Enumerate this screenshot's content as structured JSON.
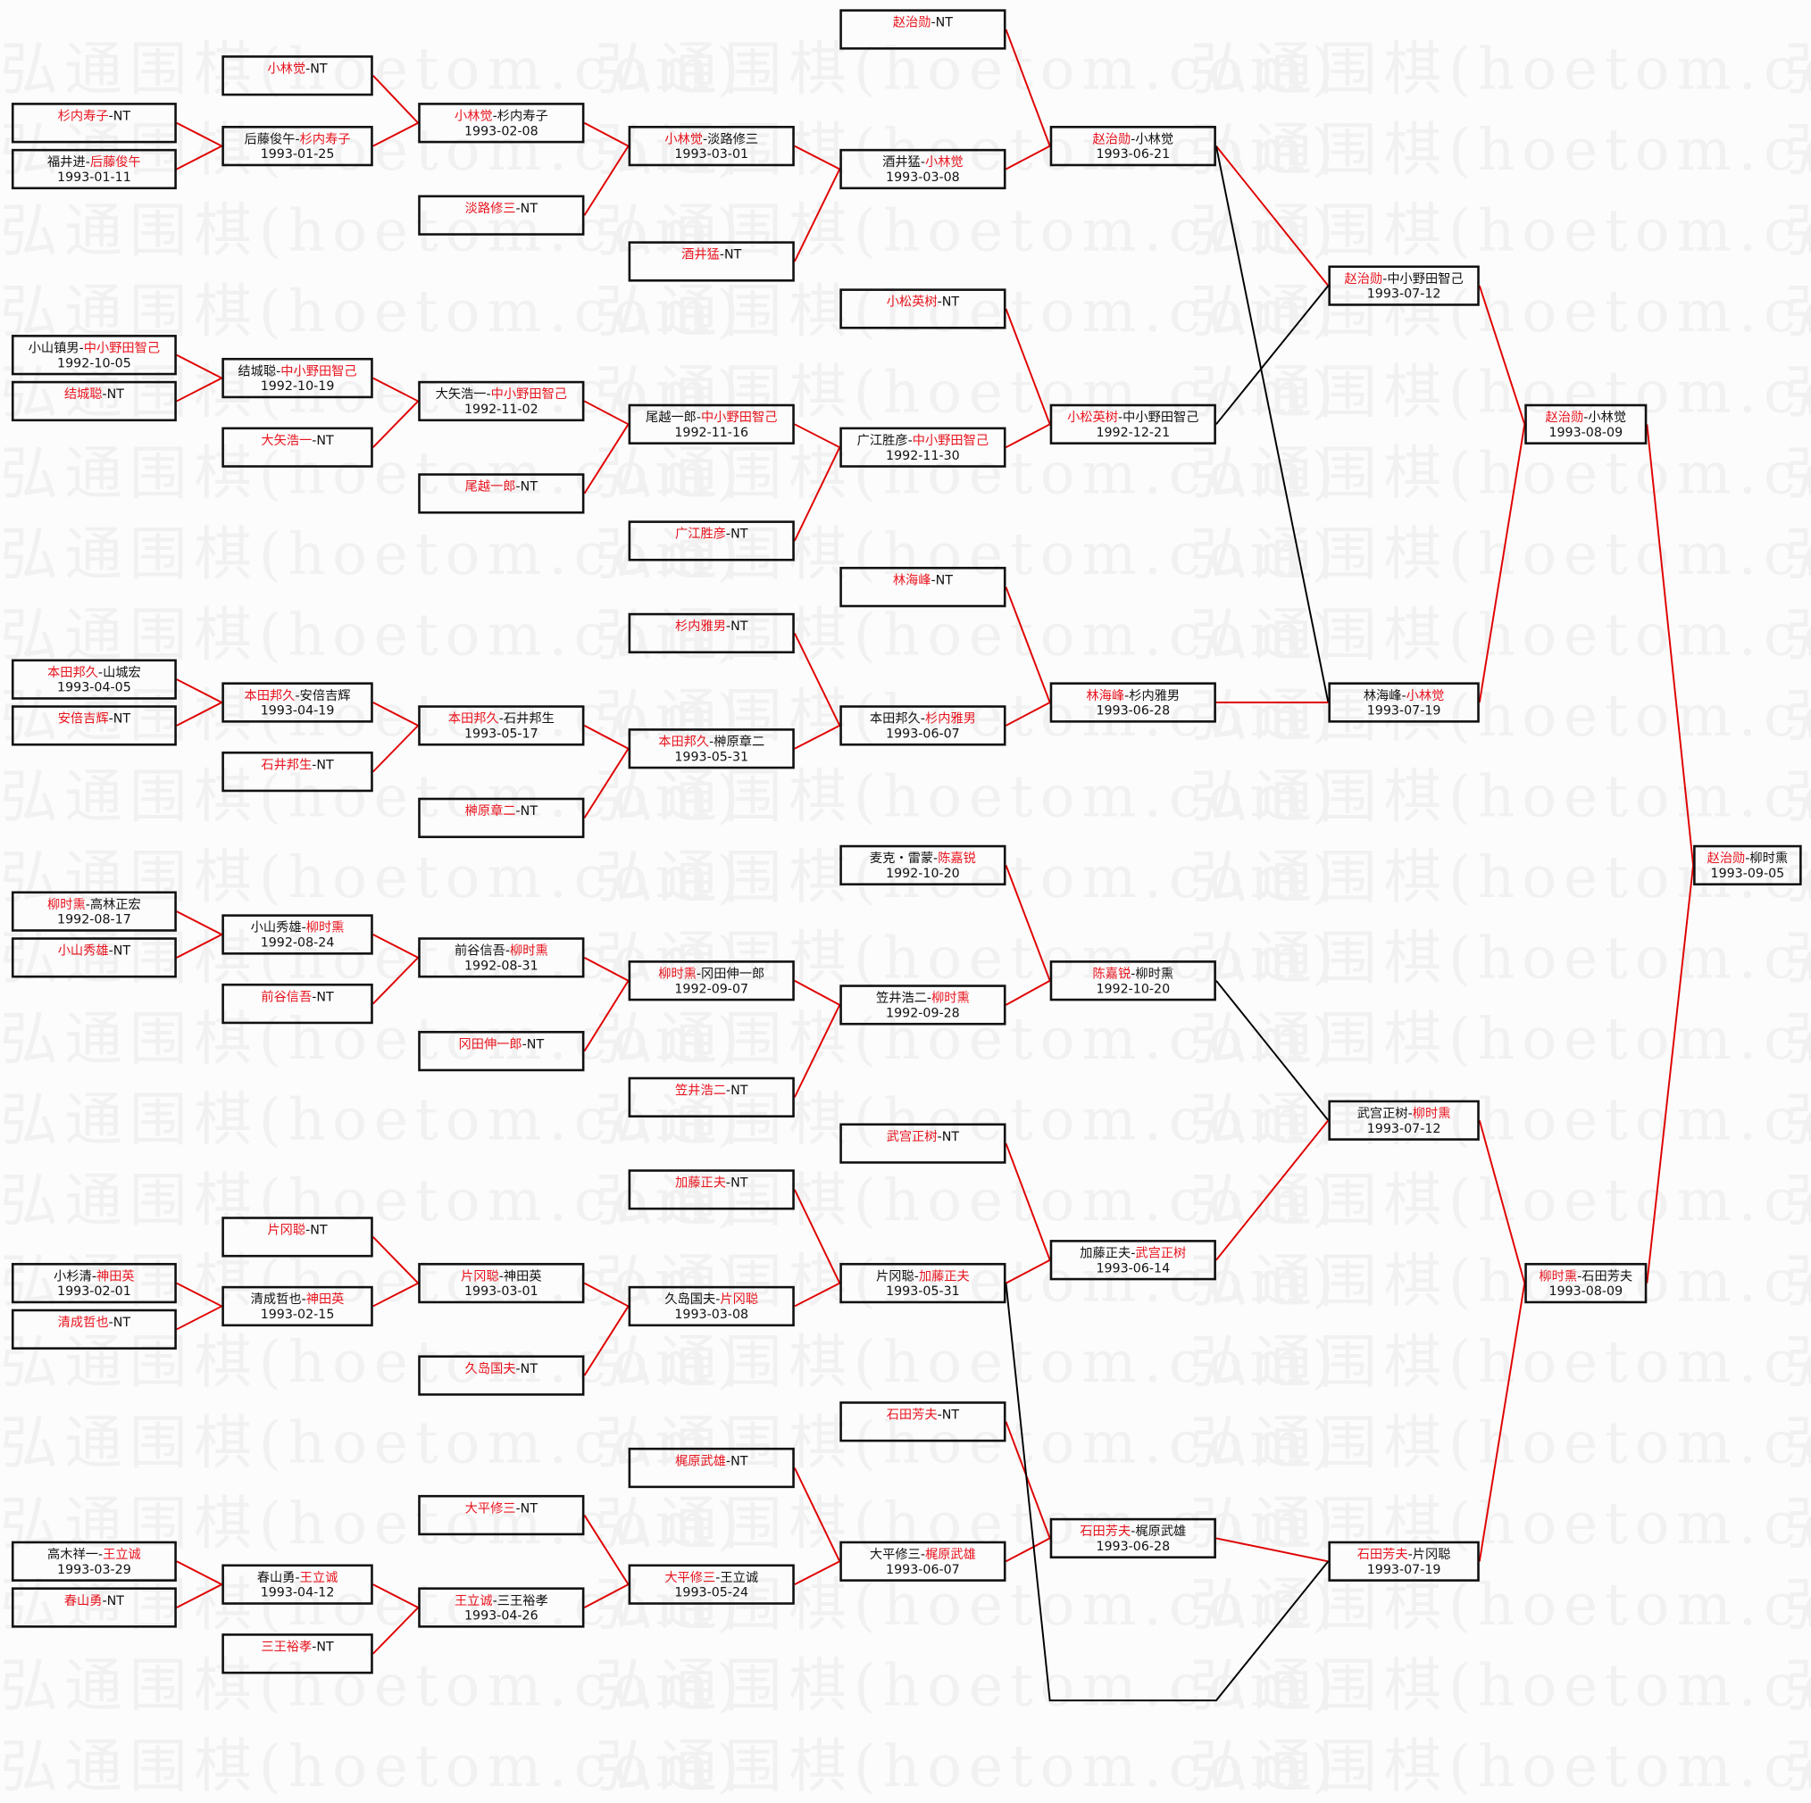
{
  "watermark": "弘通围棋(hoetom.com)",
  "colors": {
    "winner": "#e8141e",
    "loser": "#111111",
    "winner_line": "#e00000",
    "loser_line": "#000000"
  },
  "matches": [
    {
      "a": "杉内寿子",
      "b": "NT",
      "winner": "a"
    },
    {
      "a": "福井进",
      "b": "后藤俊午",
      "date": "1993-01-11",
      "winner": "b"
    },
    {
      "a": "小山镇男",
      "b": "中小野田智己",
      "date": "1992-10-05",
      "winner": "b"
    },
    {
      "a": "结城聪",
      "b": "NT",
      "winner": "a"
    },
    {
      "a": "本田邦久",
      "b": "山城宏",
      "date": "1993-04-05",
      "winner": "a"
    },
    {
      "a": "安倍吉辉",
      "b": "NT",
      "winner": "a"
    },
    {
      "a": "柳时熏",
      "b": "高林正宏",
      "date": "1992-08-17",
      "winner": "a"
    },
    {
      "a": "小山秀雄",
      "b": "NT",
      "winner": "a"
    },
    {
      "a": "小杉清",
      "b": "神田英",
      "date": "1993-02-01",
      "winner": "b"
    },
    {
      "a": "清成哲也",
      "b": "NT",
      "winner": "a"
    },
    {
      "a": "高木祥一",
      "b": "王立诚",
      "date": "1993-03-29",
      "winner": "b"
    },
    {
      "a": "春山勇",
      "b": "NT",
      "winner": "a"
    },
    {
      "a": "小林觉",
      "b": "NT",
      "winner": "a"
    },
    {
      "a": "后藤俊午",
      "b": "杉内寿子",
      "date": "1993-01-25",
      "winner": "b"
    },
    {
      "a": "结城聪",
      "b": "中小野田智己",
      "date": "1992-10-19",
      "winner": "b"
    },
    {
      "a": "大矢浩一",
      "b": "NT",
      "winner": "a"
    },
    {
      "a": "本田邦久",
      "b": "安倍吉辉",
      "date": "1993-04-19",
      "winner": "a"
    },
    {
      "a": "石井邦生",
      "b": "NT",
      "winner": "a"
    },
    {
      "a": "小山秀雄",
      "b": "柳时熏",
      "date": "1992-08-24",
      "winner": "b"
    },
    {
      "a": "前谷信吾",
      "b": "NT",
      "winner": "a"
    },
    {
      "a": "片冈聪",
      "b": "NT",
      "winner": "a"
    },
    {
      "a": "清成哲也",
      "b": "神田英",
      "date": "1993-02-15",
      "winner": "b"
    },
    {
      "a": "春山勇",
      "b": "王立诚",
      "date": "1993-04-12",
      "winner": "b"
    },
    {
      "a": "三王裕孝",
      "b": "NT",
      "winner": "a"
    },
    {
      "a": "小林觉",
      "b": "杉内寿子",
      "date": "1993-02-08",
      "winner": "a"
    },
    {
      "a": "淡路修三",
      "b": "NT",
      "winner": "a"
    },
    {
      "a": "大矢浩一",
      "b": "中小野田智己",
      "date": "1992-11-02",
      "winner": "b"
    },
    {
      "a": "尾越一郎",
      "b": "NT",
      "winner": "a"
    },
    {
      "a": "本田邦久",
      "b": "石井邦生",
      "date": "1993-05-17",
      "winner": "a"
    },
    {
      "a": "榊原章二",
      "b": "NT",
      "winner": "a"
    },
    {
      "a": "前谷信吾",
      "b": "柳时熏",
      "date": "1992-08-31",
      "winner": "b"
    },
    {
      "a": "冈田伸一郎",
      "b": "NT",
      "winner": "a"
    },
    {
      "a": "片冈聪",
      "b": "神田英",
      "date": "1993-03-01",
      "winner": "a"
    },
    {
      "a": "久岛国夫",
      "b": "NT",
      "winner": "a"
    },
    {
      "a": "大平修三",
      "b": "NT",
      "winner": "a"
    },
    {
      "a": "王立诚",
      "b": "三王裕孝",
      "date": "1993-04-26",
      "winner": "a"
    },
    {
      "a": "小林觉",
      "b": "淡路修三",
      "date": "1993-03-01",
      "winner": "a"
    },
    {
      "a": "酒井猛",
      "b": "NT",
      "winner": "a"
    },
    {
      "a": "尾越一郎",
      "b": "中小野田智己",
      "date": "1992-11-16",
      "winner": "b"
    },
    {
      "a": "广江胜彦",
      "b": "NT",
      "winner": "a"
    },
    {
      "a": "杉内雅男",
      "b": "NT",
      "winner": "a"
    },
    {
      "a": "本田邦久",
      "b": "榊原章二",
      "date": "1993-05-31",
      "winner": "a"
    },
    {
      "a": "柳时熏",
      "b": "冈田伸一郎",
      "date": "1992-09-07",
      "winner": "a"
    },
    {
      "a": "笠井浩二",
      "b": "NT",
      "winner": "a"
    },
    {
      "a": "加藤正夫",
      "b": "NT",
      "winner": "a"
    },
    {
      "a": "久岛国夫",
      "b": "片冈聪",
      "date": "1993-03-08",
      "winner": "b"
    },
    {
      "a": "梶原武雄",
      "b": "NT",
      "winner": "a"
    },
    {
      "a": "大平修三",
      "b": "王立诚",
      "date": "1993-05-24",
      "winner": "a"
    },
    {
      "a": "赵治勋",
      "b": "NT",
      "winner": "a"
    },
    {
      "a": "酒井猛",
      "b": "小林觉",
      "date": "1993-03-08",
      "winner": "b"
    },
    {
      "a": "小松英树",
      "b": "NT",
      "winner": "a"
    },
    {
      "a": "广江胜彦",
      "b": "中小野田智己",
      "date": "1992-11-30",
      "winner": "b"
    },
    {
      "a": "林海峰",
      "b": "NT",
      "winner": "a"
    },
    {
      "a": "本田邦久",
      "b": "杉内雅男",
      "date": "1993-06-07",
      "winner": "b"
    },
    {
      "a": "麦克・雷蒙",
      "b": "陈嘉锐",
      "date": "1992-10-20",
      "winner": "b"
    },
    {
      "a": "笠井浩二",
      "b": "柳时熏",
      "date": "1992-09-28",
      "winner": "b"
    },
    {
      "a": "武宫正树",
      "b": "NT",
      "winner": "a"
    },
    {
      "a": "片冈聪",
      "b": "加藤正夫",
      "date": "1993-05-31",
      "winner": "b"
    },
    {
      "a": "石田芳夫",
      "b": "NT",
      "winner": "a"
    },
    {
      "a": "大平修三",
      "b": "梶原武雄",
      "date": "1993-06-07",
      "winner": "b"
    },
    {
      "a": "赵治勋",
      "b": "小林觉",
      "date": "1993-06-21",
      "winner": "a"
    },
    {
      "a": "小松英树",
      "b": "中小野田智己",
      "date": "1992-12-21",
      "winner": "a"
    },
    {
      "a": "林海峰",
      "b": "杉内雅男",
      "date": "1993-06-28",
      "winner": "a"
    },
    {
      "a": "陈嘉锐",
      "b": "柳时熏",
      "date": "1992-10-20",
      "winner": "a"
    },
    {
      "a": "加藤正夫",
      "b": "武宫正树",
      "date": "1993-06-14",
      "winner": "b"
    },
    {
      "a": "石田芳夫",
      "b": "梶原武雄",
      "date": "1993-06-28",
      "winner": "a"
    },
    {
      "a": "赵治勋",
      "b": "中小野田智己",
      "date": "1993-07-12",
      "winner": "a"
    },
    {
      "a": "林海峰",
      "b": "小林觉",
      "date": "1993-07-19",
      "winner": "b"
    },
    {
      "a": "武宫正树",
      "b": "柳时熏",
      "date": "1993-07-12",
      "winner": "b"
    },
    {
      "a": "石田芳夫",
      "b": "片冈聪",
      "date": "1993-07-19",
      "winner": "a"
    },
    {
      "a": "赵治勋",
      "b": "小林觉",
      "date": "1993-08-09",
      "winner": "a"
    },
    {
      "a": "柳时熏",
      "b": "石田芳夫",
      "date": "1993-08-09",
      "winner": "a"
    },
    {
      "a": "赵治勋",
      "b": "柳时熏",
      "date": "1993-09-05",
      "winner": "a"
    }
  ]
}
